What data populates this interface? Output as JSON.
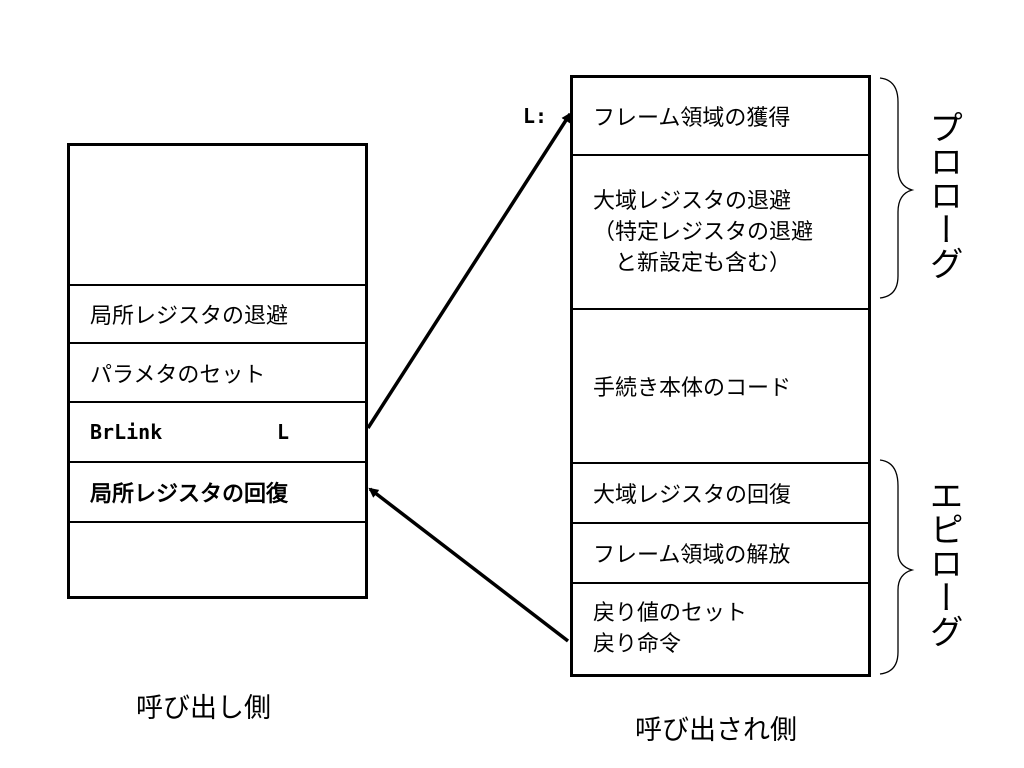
{
  "caller": {
    "cells": [
      {
        "text": ""
      },
      {
        "text": "局所レジスタの退避"
      },
      {
        "text": "パラメタのセット"
      },
      {
        "text": "BrLink",
        "operand": "L"
      },
      {
        "text": "局所レジスタの回復"
      },
      {
        "text": ""
      }
    ],
    "caption": "呼び出し側"
  },
  "callee": {
    "entry_label": "L:",
    "cells": [
      {
        "lines": [
          "フレーム領域の獲得"
        ]
      },
      {
        "lines": [
          "大域レジスタの退避",
          "（特定レジスタの退避",
          "　と新設定も含む）"
        ]
      },
      {
        "lines": [
          "手続き本体のコード"
        ]
      },
      {
        "lines": [
          "大域レジスタの回復"
        ]
      },
      {
        "lines": [
          "フレーム領域の解放"
        ]
      },
      {
        "lines": [
          "戻り値のセット",
          "戻り命令"
        ]
      }
    ],
    "caption": "呼び出され側"
  },
  "groups": {
    "prologue": "プロローグ",
    "epilogue": "エピローグ"
  }
}
